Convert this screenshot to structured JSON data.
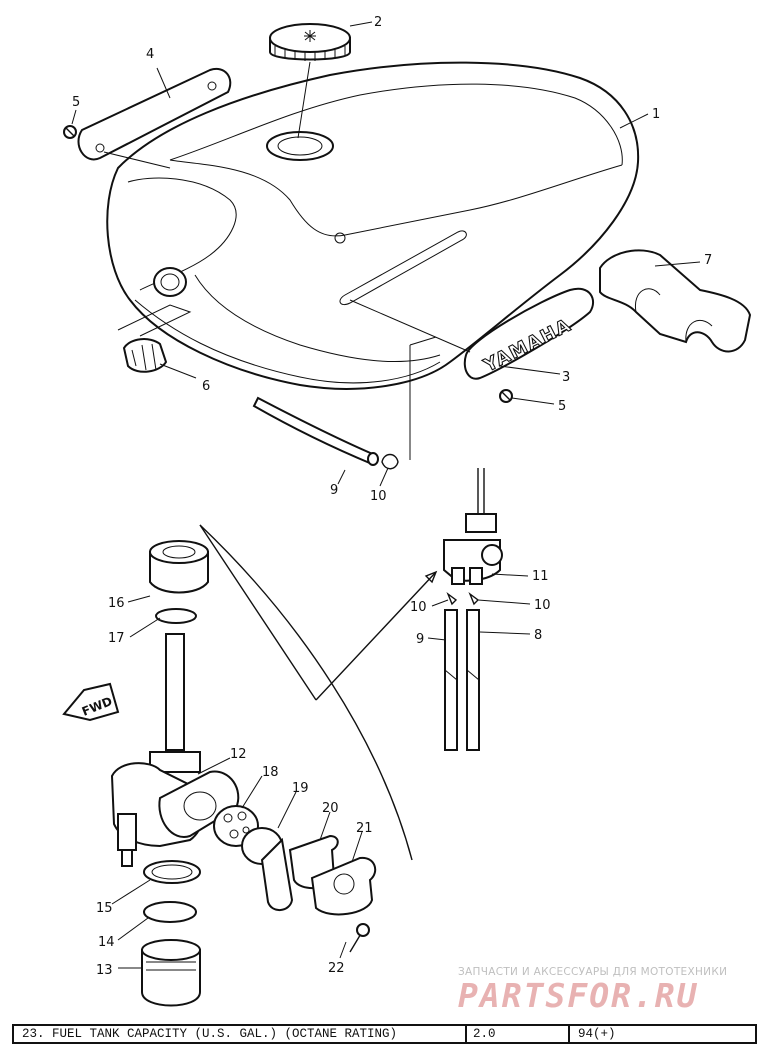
{
  "callouts": [
    {
      "id": "c1",
      "text": "1"
    },
    {
      "id": "c2",
      "text": "2"
    },
    {
      "id": "c3",
      "text": "3"
    },
    {
      "id": "c4",
      "text": "4"
    },
    {
      "id": "c5a",
      "text": "5"
    },
    {
      "id": "c5b",
      "text": "5"
    },
    {
      "id": "c6",
      "text": "6"
    },
    {
      "id": "c7",
      "text": "7"
    },
    {
      "id": "c8",
      "text": "8"
    },
    {
      "id": "c9a",
      "text": "9"
    },
    {
      "id": "c9b",
      "text": "9"
    },
    {
      "id": "c10a",
      "text": "10"
    },
    {
      "id": "c10b",
      "text": "10"
    },
    {
      "id": "c10c",
      "text": "10"
    },
    {
      "id": "c11",
      "text": "11"
    },
    {
      "id": "c12",
      "text": "12"
    },
    {
      "id": "c13",
      "text": "13"
    },
    {
      "id": "c14",
      "text": "14"
    },
    {
      "id": "c15",
      "text": "15"
    },
    {
      "id": "c16",
      "text": "16"
    },
    {
      "id": "c17",
      "text": "17"
    },
    {
      "id": "c18",
      "text": "18"
    },
    {
      "id": "c19",
      "text": "19"
    },
    {
      "id": "c20",
      "text": "20"
    },
    {
      "id": "c21",
      "text": "21"
    },
    {
      "id": "c22",
      "text": "22"
    }
  ],
  "emblem_text": "YAMAHA",
  "fwd_label": "FWD",
  "watermark": {
    "tagline": "ЗАПЧАСТИ И АКСЕССУАРЫ ДЛЯ МОТОТЕХНИКИ",
    "logo": "PARTSFOR.RU"
  },
  "spec_row": {
    "label": "23. FUEL TANK CAPACITY (U.S. GAL.) (OCTANE RATING)",
    "capacity": "2.0",
    "octane": "94(+)"
  }
}
